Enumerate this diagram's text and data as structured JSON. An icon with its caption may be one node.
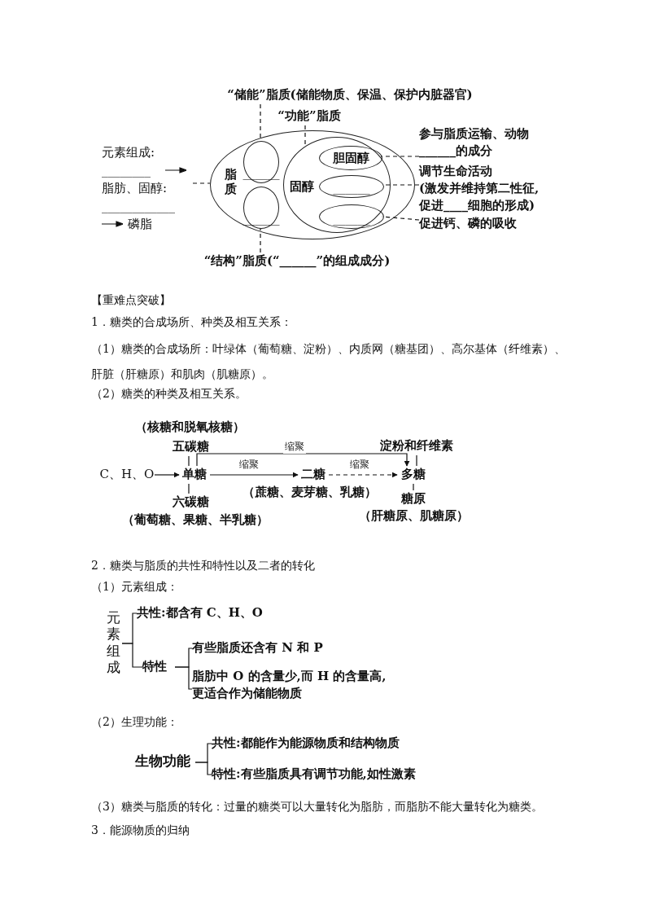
{
  "diagram": {
    "nodes": [
      {
        "text": [
          "脂质"
        ]
      },
      {
        "text": [
          "______"
        ],
        "in": 0
      },
      {
        "text": [
          "______"
        ],
        "in": 0
      },
      {
        "text": [
          "固醇"
        ],
        "in": 0
      },
      {
        "text": [
          "胆固醇"
        ],
        "in": 3
      },
      {
        "text": [
          "______"
        ],
        "in": 3
      },
      {
        "text": [
          "______"
        ],
        "in": 3
      },
      {
        "text": [
          "“储能”脂质(储能物质、保温、保护内脏器官)"
        ]
      },
      {
        "text": [
          "“功能”脂质"
        ]
      },
      {
        "text": [
          "“结构”脂质(“______”的组成成分)"
        ]
      },
      {
        "text": [
          "参与脂质运输、动物______的成分"
        ]
      },
      {
        "text": [
          "调节生命活动",
          "(激发并维持第二性征,促进____细胞的形成)"
        ]
      },
      {
        "text": [
          "促进钙、磷的吸收"
        ]
      },
      {
        "text": [
          "元素组成:",
          "________",
          "脂肪、固醇:",
          "____________",
          "磷脂"
        ]
      },
      {
        "text": [
          "C、H、O"
        ]
      },
      {
        "text": [
          "单糖"
        ]
      },
      {
        "text": [
          "二糖"
        ],
        "beside": [
          "（蔗糖、麦芽糖、乳糖）"
        ]
      },
      {
        "text": [
          "多糖"
        ]
      },
      {
        "text": [
          "五碳糖"
        ],
        "beside": [
          "（核糖和脱氧核糖）"
        ]
      },
      {
        "text": [
          "六碳糖"
        ],
        "beside": [
          "（葡萄糖、果糖、半乳糖）"
        ]
      },
      {
        "text": [
          "淀粉和纤维素"
        ]
      },
      {
        "text": [
          "糖原"
        ],
        "beside": [
          "（肝糖原、肌糖原）"
        ]
      },
      {
        "text": [
          "元素组成"
        ]
      },
      {
        "text": [
          "共性:都含有 C、H、O"
        ]
      },
      {
        "text": [
          "特性"
        ]
      },
      {
        "text": [
          "有些脂质还含有 N 和 P"
        ]
      },
      {
        "text": [
          "脂肪中 O 的含量少,而 H 的含量高,更适合作为储能物质"
        ]
      },
      {
        "text": [
          "生物功能"
        ]
      },
      {
        "text": [
          "共性:都能作为能源物质和结构物质"
        ]
      },
      {
        "text": [
          "特性:有些脂质具有调节功能,如性激素"
        ]
      }
    ],
    "edges": [
      {
        "from": 13,
        "to": 0,
        "arrow": "none",
        "style": "dashed"
      },
      {
        "from": 7,
        "to": 1,
        "arrow": "none",
        "style": "dashed"
      },
      {
        "from": 8,
        "to": 3,
        "arrow": "none",
        "style": "dashed"
      },
      {
        "from": 9,
        "to": 2,
        "arrow": "none",
        "style": "dashed"
      },
      {
        "from": 10,
        "to": 4,
        "arrow": "none",
        "style": "dashed"
      },
      {
        "from": 11,
        "to": 5,
        "arrow": "none",
        "style": "dashed"
      },
      {
        "from": 12,
        "to": 6,
        "arrow": "none",
        "style": "dashed"
      },
      {
        "from": 14,
        "to": 15,
        "arrow": "to"
      },
      {
        "from": 15,
        "to": 16,
        "arrow": "to",
        "label": "缩聚"
      },
      {
        "from": 16,
        "to": 17,
        "arrow": "to",
        "label": "缩聚",
        "style": "dashed"
      },
      {
        "from": 15,
        "to": 17,
        "arrow": "to",
        "label": "缩聚"
      },
      {
        "from": 15,
        "to": 18,
        "arrow": "none"
      },
      {
        "from": 15,
        "to": 19,
        "arrow": "none"
      },
      {
        "from": 20,
        "to": 17,
        "arrow": "none"
      },
      {
        "from": 17,
        "to": 21,
        "arrow": "none"
      },
      {
        "from": 22,
        "to": 23,
        "arrow": "none"
      },
      {
        "from": 22,
        "to": 24,
        "arrow": "none"
      },
      {
        "from": 24,
        "to": 25,
        "arrow": "none"
      },
      {
        "from": 24,
        "to": 26,
        "arrow": "none"
      },
      {
        "from": 27,
        "to": 28,
        "arrow": "none"
      },
      {
        "from": 27,
        "to": 29,
        "arrow": "none"
      }
    ],
    "labels": [
      "【重难点突破】",
      "1．糖类的合成场所、种类及相互关系：",
      "（1）糖类的合成场所：叶绿体（葡萄糖、淀粉）、内质网（糖基团）、高尔基体（纤维素）、肝脏（肝糖原）和肌肉（肌糖原）。",
      "（2）糖类的种类及相互关系。",
      "2．糖类与脂质的共性和特性以及二者的转化",
      "（1）元素组成：",
      "（2）生理功能：",
      "（3）糖类与脂质的转化：过量的糖类可以大量转化为脂肪，而脂肪不能大量转化为糖类。",
      "3．能源物质的归纳"
    ]
  }
}
